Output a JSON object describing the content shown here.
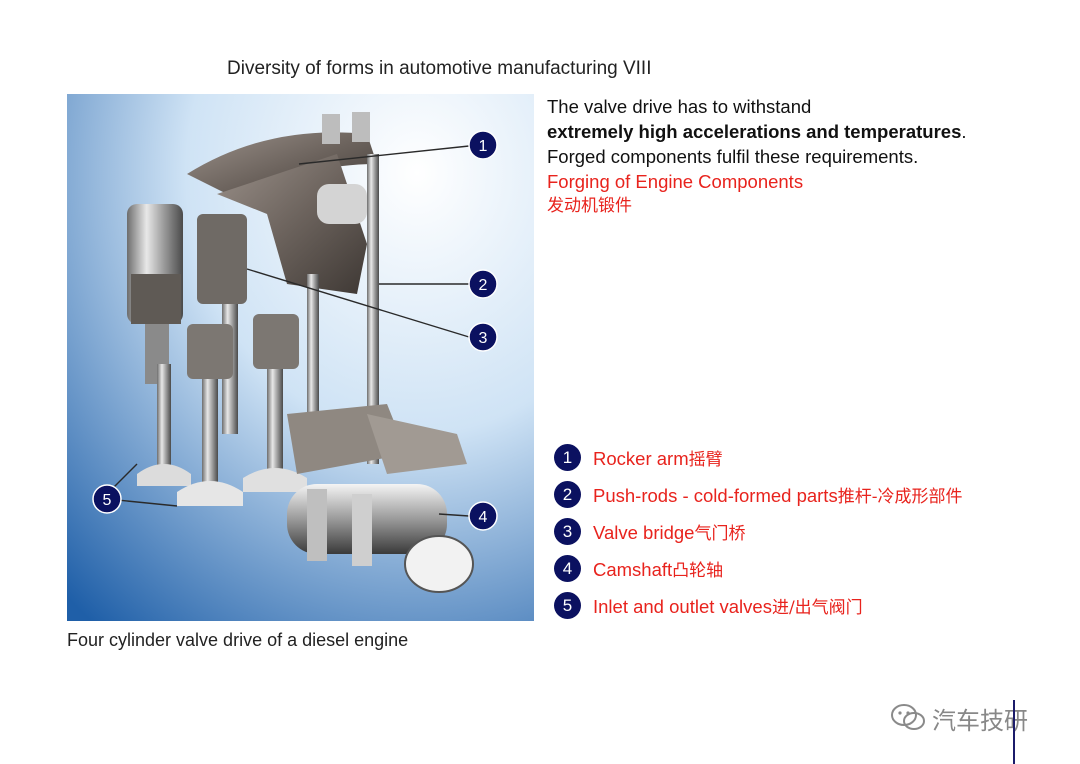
{
  "title": "Diversity of forms in automotive manufacturing VIII",
  "figure": {
    "caption": "Four cylinder valve drive of a diesel engine",
    "callouts": [
      "1",
      "2",
      "3",
      "4",
      "5"
    ]
  },
  "intro": {
    "line1": "The valve drive has to withstand",
    "bold": "extremely high accelerations and temperatures",
    "rest": ". Forged components fulfil these requirements.",
    "subtitle_en": "Forging of Engine Components",
    "subtitle_zh": "发动机锻件"
  },
  "legend": [
    {
      "num": "1",
      "en": "Rocker arm",
      "zh": "摇臂"
    },
    {
      "num": "2",
      "en": "Push-rods - cold-formed parts",
      "zh": "推杆-冷成形部件"
    },
    {
      "num": "3",
      "en": "Valve bridge",
      "zh": "气门桥"
    },
    {
      "num": "4",
      "en": "Camshaft",
      "zh": "凸轮轴"
    },
    {
      "num": "5",
      "en": "Inlet and outlet valves",
      "zh": "进/出气阀门"
    }
  ],
  "watermark": {
    "text": "汽车技研",
    "icon": "wechat-icon"
  },
  "colors": {
    "badge": "#0b1160",
    "accent_red": "#e8231d",
    "figure_bg_dark": "#1f5fa8",
    "figure_bg_light": "#ffffff"
  }
}
